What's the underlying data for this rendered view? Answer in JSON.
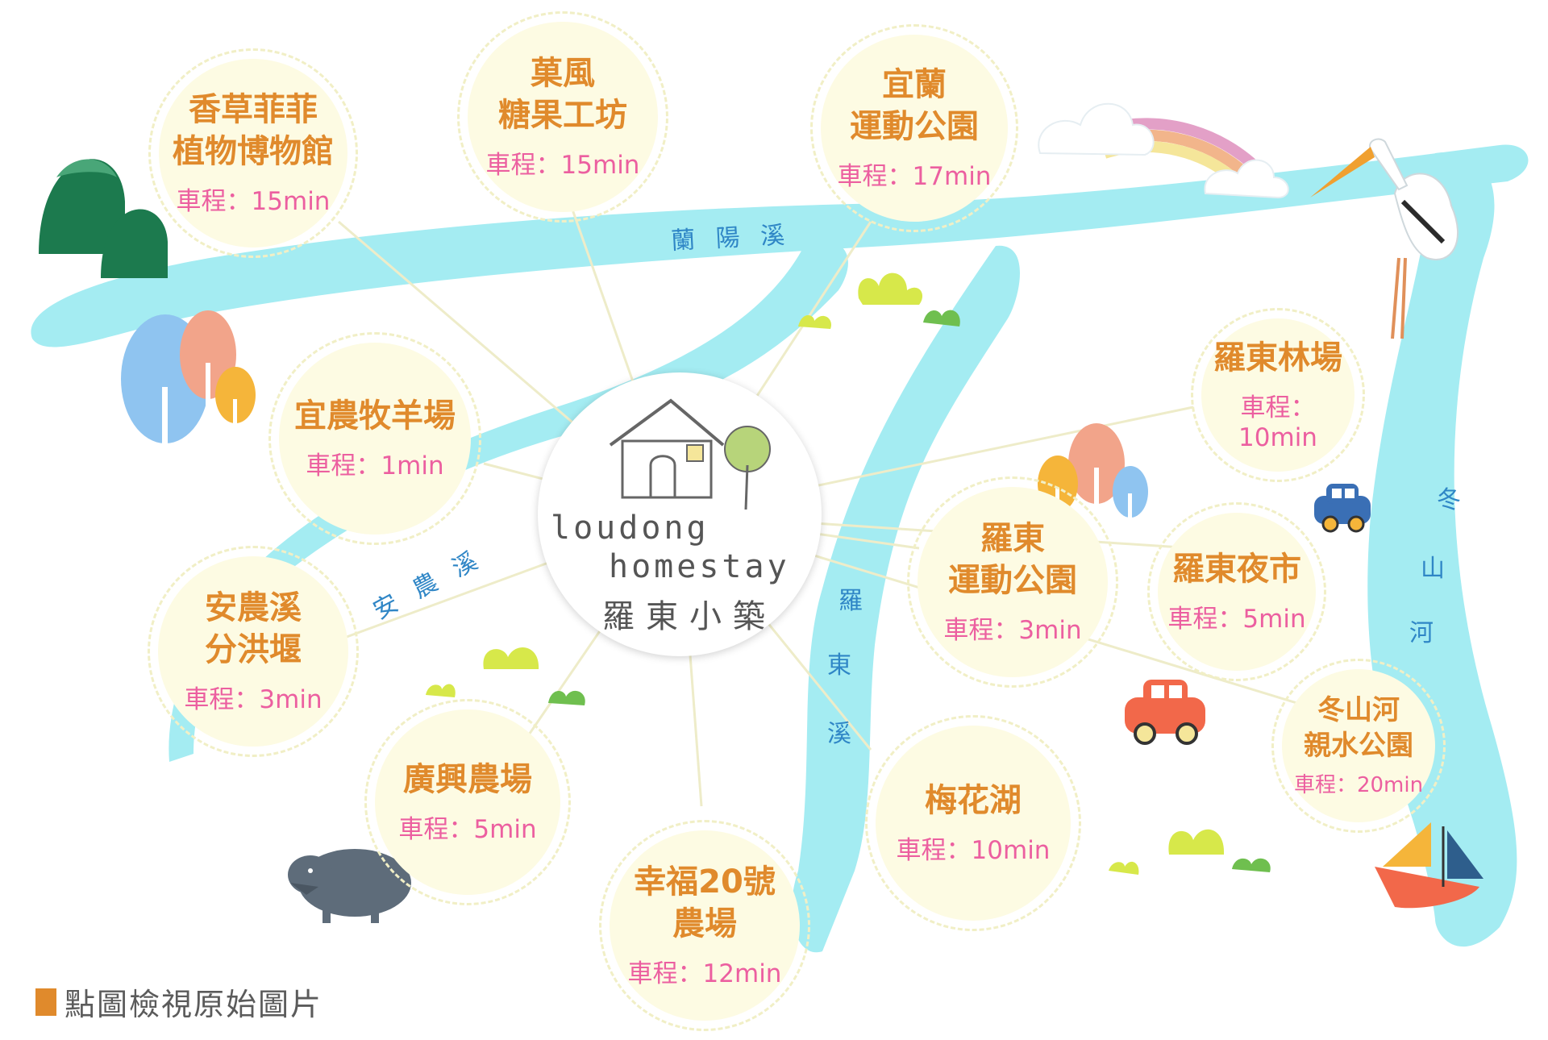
{
  "hub": {
    "name_en_line1": "loudong",
    "name_en_line2": "homestay",
    "name_zh": "羅東小築"
  },
  "rivers": {
    "lanyang": "蘭 陽 溪",
    "annong": "安 農 溪",
    "luodong": [
      "羅",
      "東",
      "溪"
    ],
    "dongshan": [
      "冬",
      "山",
      "河"
    ]
  },
  "spots": [
    {
      "id": "herb-museum",
      "name": [
        "香草菲菲",
        "植物博物館"
      ],
      "time": "車程：15min"
    },
    {
      "id": "candy-factory",
      "name": [
        "菓風",
        "糖果工坊"
      ],
      "time": "車程：15min"
    },
    {
      "id": "yilan-sports-park",
      "name": [
        "宜蘭",
        "運動公園"
      ],
      "time": "車程：17min"
    },
    {
      "id": "sheep-farm",
      "name": [
        "宜農牧羊場"
      ],
      "time": "車程：1min"
    },
    {
      "id": "luodong-forest",
      "name": [
        "羅東林場"
      ],
      "time": "車程：10min"
    },
    {
      "id": "annong-weir",
      "name": [
        "安農溪",
        "分洪堰"
      ],
      "time": "車程：3min"
    },
    {
      "id": "luodong-sports-park",
      "name": [
        "羅東",
        "運動公園"
      ],
      "time": "車程：3min"
    },
    {
      "id": "night-market",
      "name": [
        "羅東夜市"
      ],
      "time": "車程：5min"
    },
    {
      "id": "dongshan-park",
      "name": [
        "冬山河",
        "親水公園"
      ],
      "time": "車程：20min"
    },
    {
      "id": "guangxing-farm",
      "name": [
        "廣興農場"
      ],
      "time": "車程：5min"
    },
    {
      "id": "meihua-lake",
      "name": [
        "梅花湖"
      ],
      "time": "車程：10min"
    },
    {
      "id": "happiness-farm",
      "name": [
        "幸福20號",
        "農場"
      ],
      "time": "車程：12min"
    }
  ],
  "footer": {
    "link_label": "點圖檢視原始圖片"
  },
  "colors": {
    "river": "#a4ecf2",
    "spot_bg": "#fdfbe3",
    "spot_name": "#e08a2c",
    "spot_time": "#ec5fa0",
    "river_label": "#2f86c6",
    "footer_square": "#e08a2c"
  },
  "icons": [
    "mountain-icon",
    "tree-icon",
    "rainbow-icon",
    "cloud-icon",
    "heron-icon",
    "car-icon",
    "boar-icon",
    "sailboat-icon",
    "grass-icon",
    "house-icon"
  ]
}
